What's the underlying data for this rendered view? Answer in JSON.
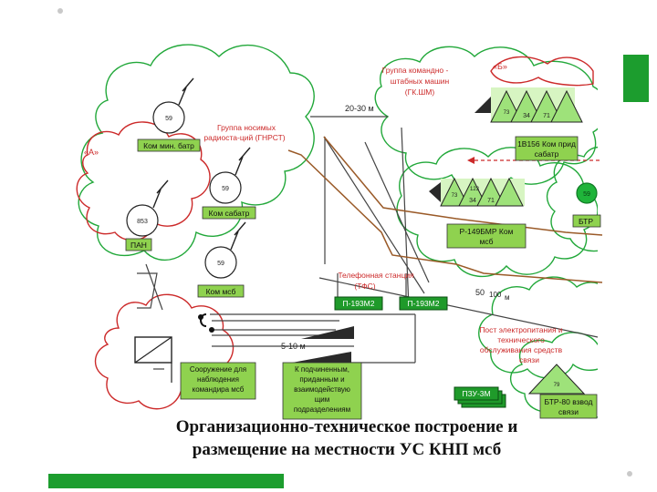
{
  "slide": {
    "title_line1": "Организационно-техническое построение и",
    "title_line2": "размещение на местности УС КНП мсб"
  },
  "colors": {
    "cloud_green": "#22a83a",
    "cloud_red": "#cc2a2a",
    "label_fill": "#8fd24f",
    "red_text": "#cc2a2a",
    "brown_line": "#9a5a28",
    "accent": "#1c9d2e"
  },
  "diagram": {
    "zone_a_label": "«А»",
    "zone_b_label": "«Б»",
    "group_kshm": [
      "Группа командно -",
      "штабных машин",
      "(ГК.ШМ)"
    ],
    "group_gnrst": [
      "Группа носимых",
      "радиоста-ций  (ГНРСТ)"
    ],
    "distance_top": "20-30  м",
    "distance_mid_a": "50",
    "distance_mid_b": "100",
    "distance_mid_unit": "м",
    "distance_bottom": "5-10 м",
    "phone_station": [
      "Телефонная станция",
      "(ТФС)"
    ],
    "power_post": [
      "Пост электропитания и",
      "технического",
      "обслуживания средств",
      "связи"
    ],
    "station_59_a": "59",
    "station_59_b": "59",
    "station_59_c": "59",
    "station_853": "853",
    "btr_number": "59",
    "vehicle_top_nums": [
      "73",
      "34",
      "71"
    ],
    "vehicle_mid_nums": [
      "73",
      "34",
      "71",
      "123"
    ],
    "small_num": "79",
    "labels": {
      "kom_min_batr": "Ком мин. батр",
      "kom_sabatr": "Ком сабатр",
      "pan": "ПАН",
      "kom_msb": "Ком мсб",
      "v156_line1": "1В156 Ком прид",
      "v156_line2": "сабатр",
      "r149_line1": "Р-149БМР Ком",
      "r149_line2": "мсб",
      "btr_short": "БТР",
      "p193_1": "П-193М2",
      "p193_2": "П-193М2",
      "observation": [
        "Сооружение для",
        "наблюдения",
        "командира мсб"
      ],
      "subordinates": [
        "К подчиненным,",
        "приданным и",
        "взаимодействую",
        "щим",
        "подразделениям"
      ],
      "pzu": "ПЗУ-3М",
      "btr80_line1": "БТР-80 взвод",
      "btr80_line2": "связи"
    }
  }
}
